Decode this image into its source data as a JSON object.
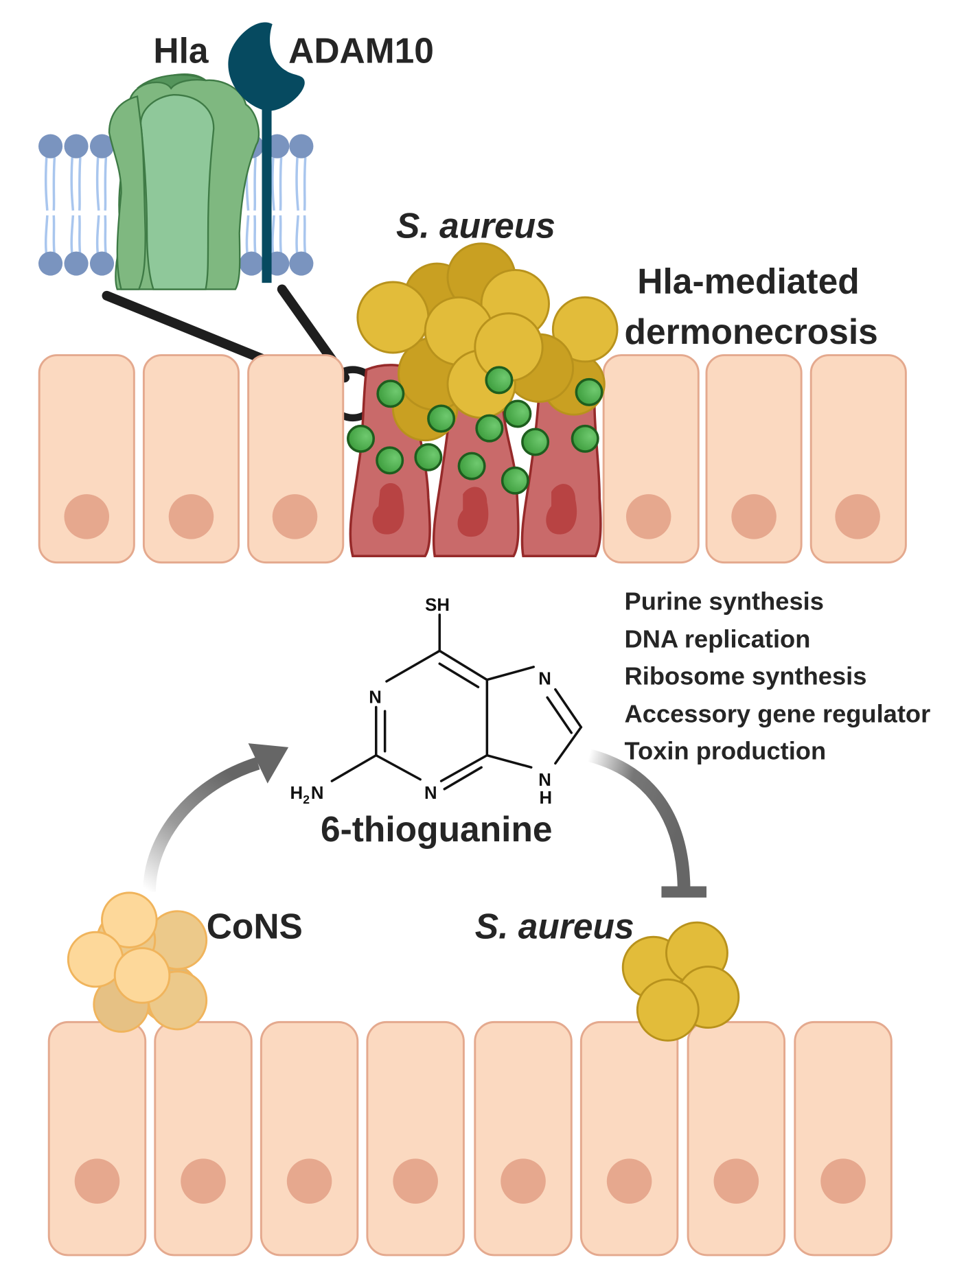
{
  "top_panel": {
    "membrane_labels": {
      "toxin": "Hla",
      "receptor": "ADAM10"
    },
    "bacteria_label": "S. aureus",
    "outcome_label_line1": "Hla-mediated",
    "outcome_label_line2": "dermonecrosis"
  },
  "molecule": {
    "name": "6-thioguanine",
    "atoms": {
      "thiol": "SH",
      "n1": "N",
      "n3": "N",
      "n7": "N",
      "n9": "N",
      "n9_h": "H",
      "amine_h": "H",
      "amine_sub": "2",
      "amine_n": "N"
    }
  },
  "targets": {
    "items": [
      "Purine synthesis",
      "DNA replication",
      "Ribosome synthesis",
      "Accessory gene regulator",
      "Toxin production"
    ]
  },
  "bottom_panel": {
    "commensal_label": "CoNS",
    "pathogen_label": "S. aureus"
  },
  "colors": {
    "skin_cell": "#fbd9c0",
    "skin_nucleus": "#e6a88e",
    "necrotic_cell": "#c96a6a",
    "toxin_particle": "#4caf50",
    "s_aureus": "#e2bc3a",
    "cons": "#fdd89a",
    "adam10": "#064a60",
    "hla": "#8fc79a",
    "arrow": "#666666"
  }
}
